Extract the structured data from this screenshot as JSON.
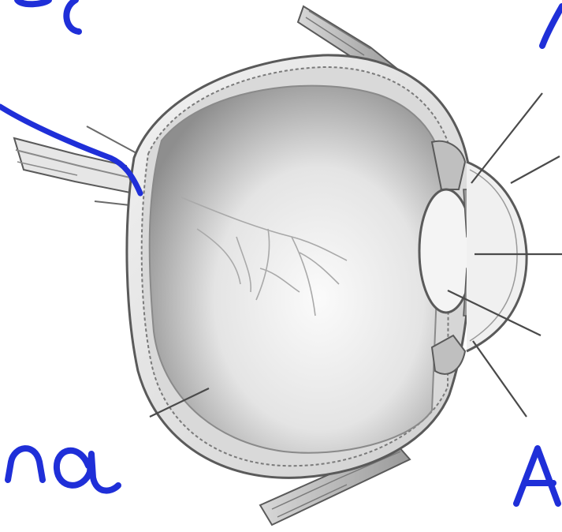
{
  "colors": {
    "ink": "#1f2fd8",
    "leader": "#4a4a4a",
    "outline": "#5a5a5a",
    "vitreous_dark": "#8e8e8e",
    "vitreous_light": "#fbfbfb"
  },
  "handwriting": {
    "top_left": "sc",
    "top_right": "/",
    "bottom_left": "na",
    "bottom_right": "A"
  }
}
